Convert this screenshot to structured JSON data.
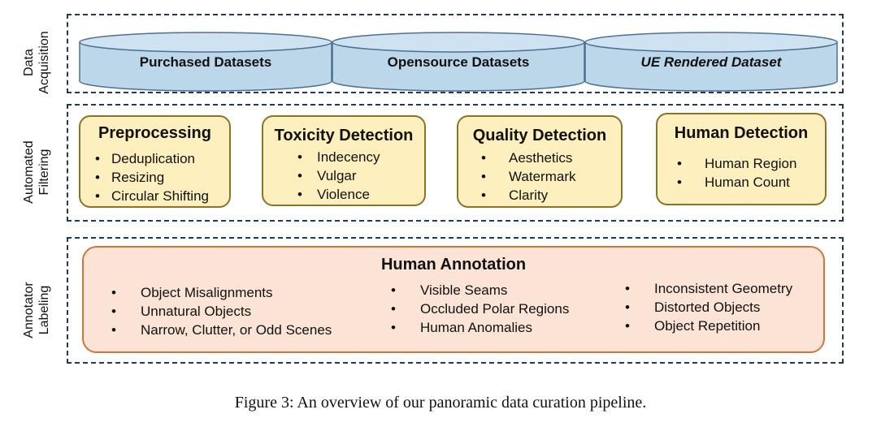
{
  "sections": {
    "acquisition": {
      "label_line1": "Data",
      "label_line2": "Acquisition"
    },
    "filtering": {
      "label_line1": "Automated",
      "label_line2": "Filtering"
    },
    "labeling": {
      "label_line1": "Annotator",
      "label_line2": "Labeling"
    }
  },
  "datasets": [
    {
      "label": "Purchased Datasets"
    },
    {
      "label": "Opensource Datasets"
    },
    {
      "label": "UE Rendered Dataset"
    }
  ],
  "filters": [
    {
      "title": "Preprocessing",
      "items": [
        "Deduplication",
        "Resizing",
        "Circular Shifting"
      ]
    },
    {
      "title": "Toxicity Detection",
      "items": [
        "Indecency",
        "Vulgar",
        "Violence"
      ]
    },
    {
      "title": "Quality Detection",
      "items": [
        "Aesthetics",
        "Watermark",
        "Clarity"
      ]
    },
    {
      "title": "Human Detection",
      "items": [
        "Human Region",
        "Human Count"
      ]
    }
  ],
  "annotation": {
    "title": "Human Annotation",
    "columns": [
      [
        "Object Misalignments",
        "Unnatural Objects",
        "Narrow, Clutter, or Odd Scenes"
      ],
      [
        "Visible Seams",
        "Occluded Polar Regions",
        "Human Anomalies"
      ],
      [
        "Inconsistent Geometry",
        "Distorted Objects",
        "Object Repetition"
      ]
    ]
  },
  "bullet_char": "•",
  "caption": "Figure 3: An overview of our panoramic data curation pipeline.",
  "colors": {
    "dataset_fill": "#bcd6ea",
    "dataset_stroke": "#4f6f91",
    "filter_fill": "#fdefbe",
    "annotation_fill": "#fbe4d6"
  }
}
